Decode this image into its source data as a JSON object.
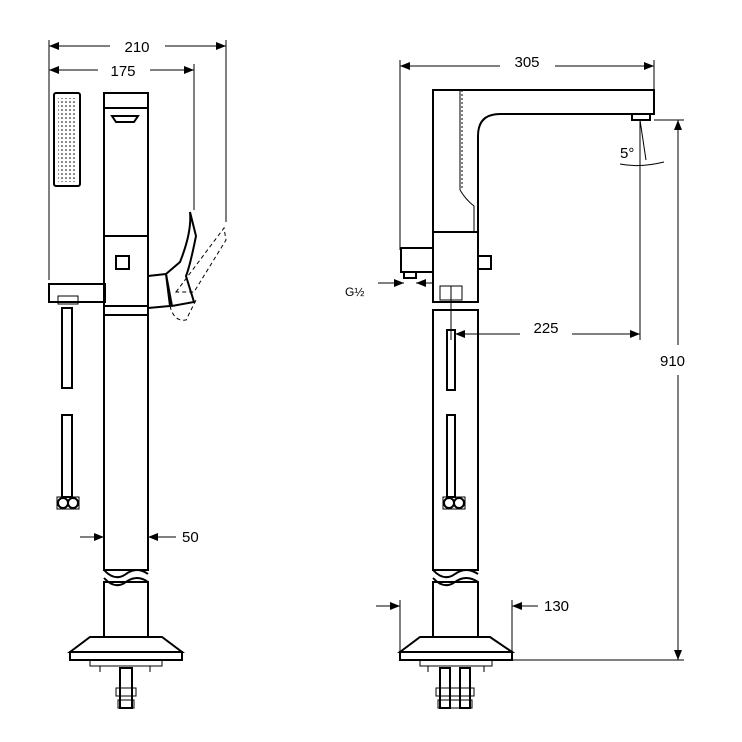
{
  "dimensions": {
    "overall_width_side": "210",
    "handle_width_side": "175",
    "column_width": "50",
    "spout_reach": "305",
    "outlet_to_column": "225",
    "overall_height": "910",
    "base_width": "130",
    "spout_angle": "5°",
    "inlet_thread": "G½"
  }
}
